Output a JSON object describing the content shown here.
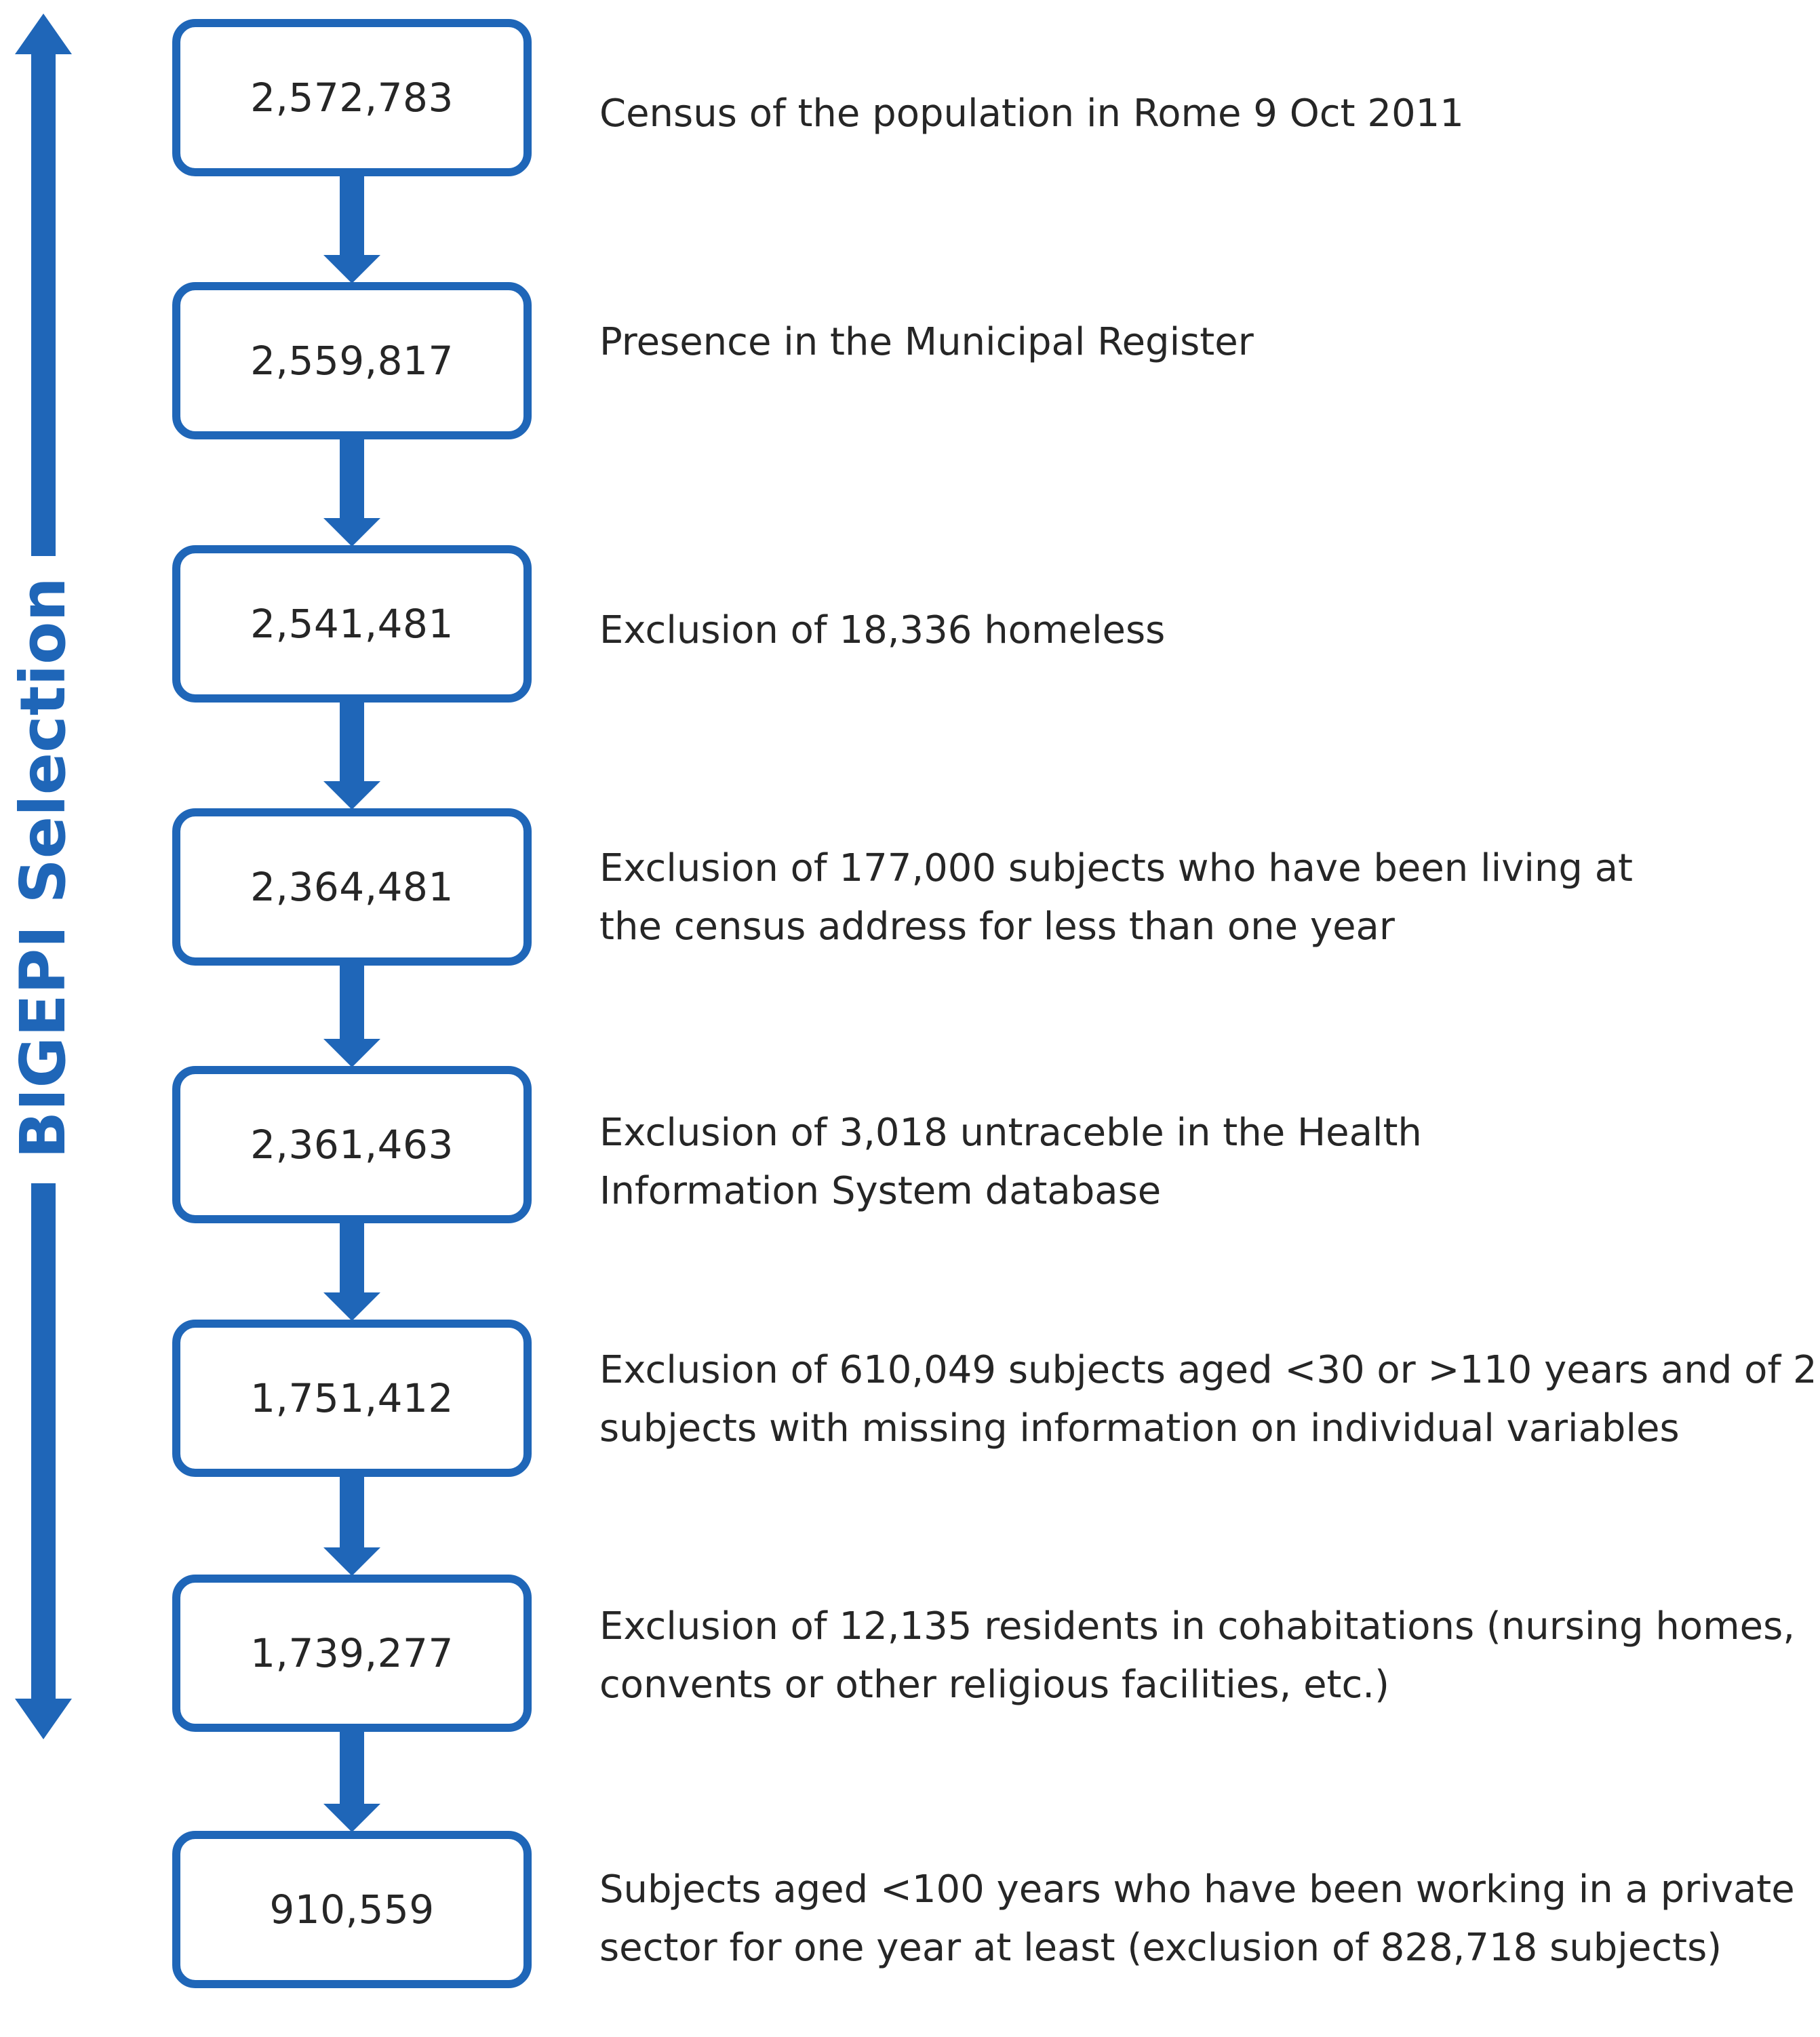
{
  "side_label": "BIGEPI Selection",
  "colors": {
    "accent": "#1F66B8",
    "text": "#262626",
    "background": "#ffffff"
  },
  "steps": [
    {
      "count": "2,572,783",
      "lines": [
        "Census of the population in Rome 9 Oct 2011"
      ]
    },
    {
      "count": "2,559,817",
      "lines": [
        "Presence in the Municipal Register"
      ]
    },
    {
      "count": "2,541,481",
      "lines": [
        "Exclusion of 18,336 homeless"
      ]
    },
    {
      "count": "2,364,481",
      "lines": [
        "Exclusion of 177,000 subjects who have been living at",
        "the census address for less than one year"
      ]
    },
    {
      "count": "2,361,463",
      "lines": [
        "Exclusion of 3,018 untraceble in the Health",
        "Information System database"
      ]
    },
    {
      "count": "1,751,412",
      "lines": [
        "Exclusion of 610,049 subjects aged <30 or >110 years and of 2",
        "subjects with missing information on individual variables"
      ]
    },
    {
      "count": "1,739,277",
      "lines": [
        "Exclusion of 12,135 residents in cohabitations (nursing homes,",
        "convents or other religious facilities, etc.)"
      ]
    },
    {
      "count": "910,559",
      "lines": [
        "Subjects aged <100 years who have been working in a private",
        "sector for one year at least (exclusion of 828,718 subjects)"
      ]
    }
  ]
}
